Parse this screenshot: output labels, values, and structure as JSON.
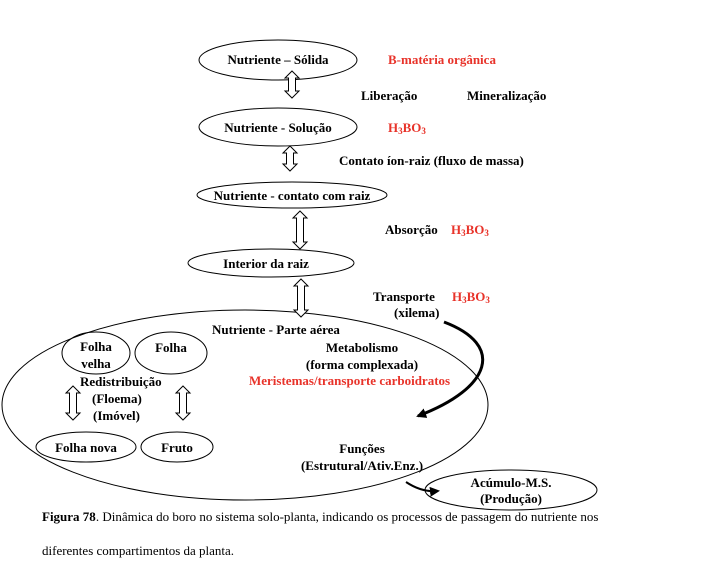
{
  "colors": {
    "accent_red": "#e8332a",
    "ink": "#000000"
  },
  "nodes": {
    "solida": "Nutriente – Sólida",
    "solucao": "Nutriente - Solução",
    "contato": "Nutriente - contato com raiz",
    "interior": "Interior da raiz",
    "parte_aerea": "Nutriente - Parte aérea",
    "folha_velha_1": "Folha",
    "folha_velha_2": "velha",
    "folha": "Folha",
    "folha_nova": "Folha nova",
    "fruto": "Fruto",
    "acumulo_1": "Acúmulo-M.S.",
    "acumulo_2": "(Produção)"
  },
  "labels": {
    "b_materia": "B-matéria orgânica",
    "liberacao": "Liberação",
    "mineralizacao": "Mineralização",
    "h3bo3": {
      "h": "H",
      "sub1": "3",
      "b": "BO",
      "sub2": "3"
    },
    "contato_ion": "Contato íon-raiz  (fluxo de massa)",
    "absorcao": "Absorção",
    "transporte": "Transporte",
    "xilema": "(xilema)",
    "metabolismo": "Metabolismo",
    "forma_complexada": "(forma complexada)",
    "meristemas": "Meristemas/transporte carboidratos",
    "redistribuicao": "Redistribuição",
    "floema": "(Floema)",
    "imovel": "(Imóvel)",
    "funcoes": "Funções",
    "estrutural": "(Estrutural/Ativ.Enz.)"
  },
  "caption": {
    "figure_label": "Figura 78",
    "line1_text": ". Dinâmica do boro no sistema solo-planta, indicando os processos de passagem do nutriente nos",
    "line2_text": "diferentes compartimentos da planta."
  }
}
